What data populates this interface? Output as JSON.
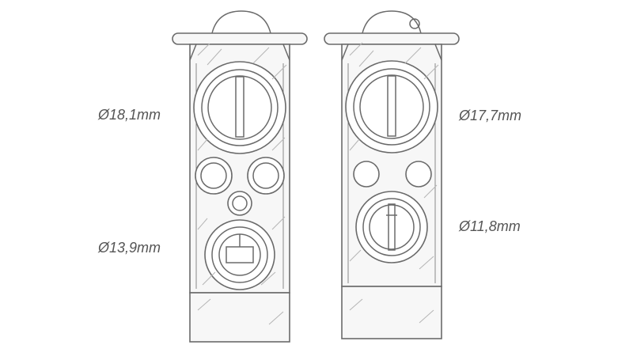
{
  "labels": {
    "left_upper_diameter": "Ø18,1mm",
    "left_lower_diameter": "Ø13,9mm",
    "right_upper_diameter": "Ø17,7mm",
    "right_lower_diameter": "Ø11,8mm"
  },
  "colors": {
    "line": "#6a6a6a",
    "text": "#555555",
    "fill": "#f7f7f7",
    "background": "#ffffff"
  }
}
